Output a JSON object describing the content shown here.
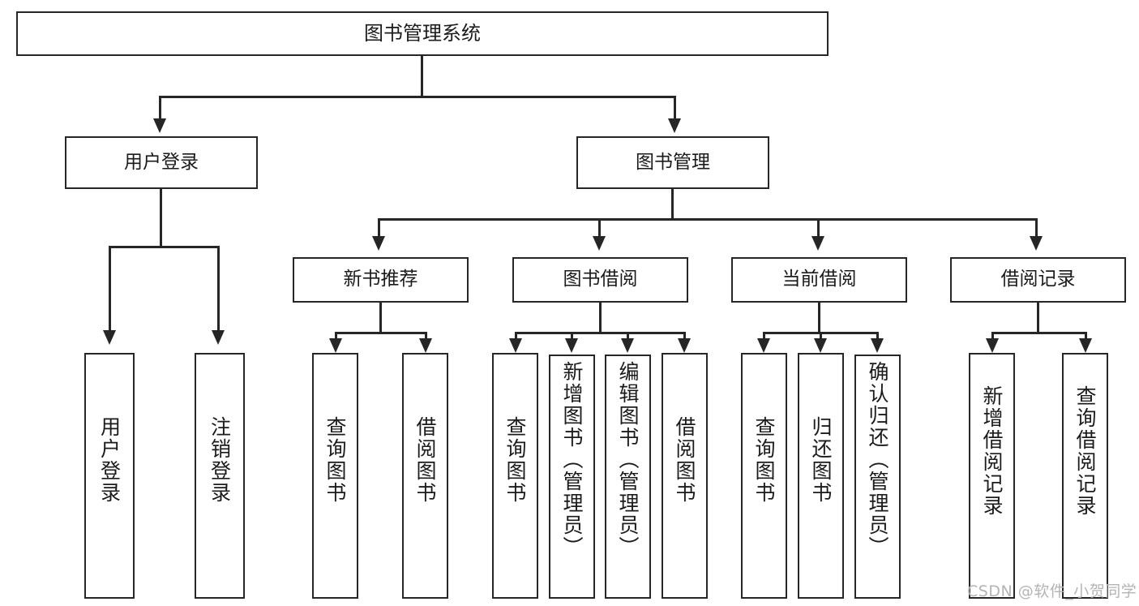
{
  "diagram": {
    "type": "tree-hierarchy-functional-structure",
    "root": {
      "label": "图书管理系统"
    },
    "level2": [
      {
        "id": "user-login",
        "label": "用户登录"
      },
      {
        "id": "book-management",
        "label": "图书管理"
      }
    ],
    "level3": [
      {
        "id": "new-book-recommend",
        "label": "新书推荐"
      },
      {
        "id": "book-borrow",
        "label": "图书借阅"
      },
      {
        "id": "current-borrow",
        "label": "当前借阅"
      },
      {
        "id": "borrow-record",
        "label": "借阅记录"
      }
    ],
    "leaves": [
      {
        "id": "leaf-user-login",
        "parent": "user-login",
        "label": "用户登录"
      },
      {
        "id": "leaf-user-logout",
        "parent": "user-login",
        "label": "注销登录"
      },
      {
        "id": "leaf-query-book-1",
        "parent": "new-book-recommend",
        "label": "查询图书"
      },
      {
        "id": "leaf-borrow-book-1",
        "parent": "new-book-recommend",
        "label": "借阅图书"
      },
      {
        "id": "leaf-query-book-2",
        "parent": "book-borrow",
        "label": "查询图书"
      },
      {
        "id": "leaf-add-book",
        "parent": "book-borrow",
        "label": "新增图书（管理员）"
      },
      {
        "id": "leaf-edit-book",
        "parent": "book-borrow",
        "label": "编辑图书（管理员）"
      },
      {
        "id": "leaf-borrow-book-2",
        "parent": "book-borrow",
        "label": "借阅图书"
      },
      {
        "id": "leaf-query-book-3",
        "parent": "current-borrow",
        "label": "查询图书"
      },
      {
        "id": "leaf-return-book",
        "parent": "current-borrow",
        "label": "归还图书"
      },
      {
        "id": "leaf-confirm-return",
        "parent": "current-borrow",
        "label": "确认归还（管理员）"
      },
      {
        "id": "leaf-add-record",
        "parent": "borrow-record",
        "label": "新增借阅记录"
      },
      {
        "id": "leaf-query-record",
        "parent": "borrow-record",
        "label": "查询借阅记录"
      }
    ]
  },
  "watermark": {
    "text": "CSDN @软件_小贺同学"
  },
  "colors": {
    "stroke": "#262626",
    "background": "#ffffff",
    "text": "#1b1b1b",
    "watermark": "#b4b4b4"
  }
}
